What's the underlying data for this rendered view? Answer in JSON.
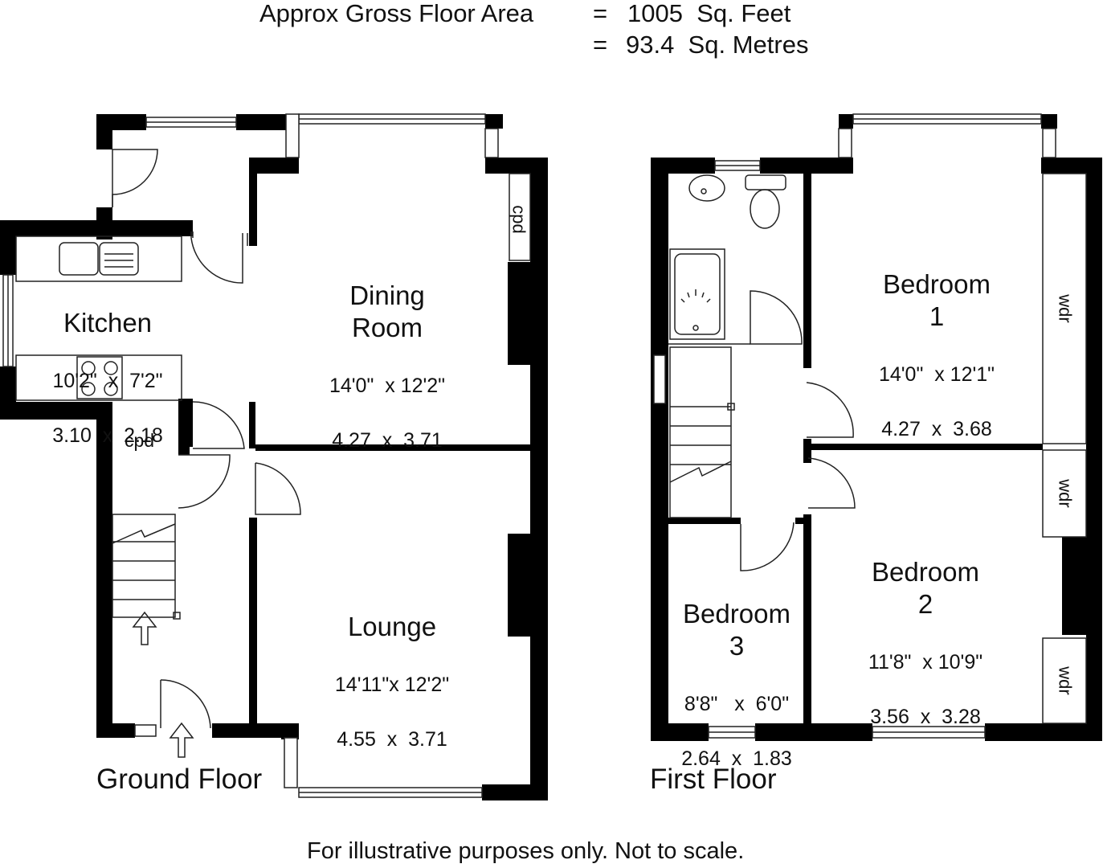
{
  "header": {
    "area_label": "Approx Gross Floor Area",
    "eq1": "=",
    "sqft": "1005  Sq. Feet",
    "eq2": "=",
    "sqm": "93.4  Sq. Metres"
  },
  "ground_floor": {
    "label": "Ground Floor",
    "kitchen": {
      "name": "Kitchen",
      "imperial": "10'2\"  x  7'2\"",
      "metric": "3.10  x  2.18"
    },
    "dining": {
      "name": "Dining\nRoom",
      "imperial": "14'0\"  x 12'2\"",
      "metric": "4.27  x  3.71"
    },
    "lounge": {
      "name": "Lounge",
      "imperial": "14'11\"x 12'2\"",
      "metric": "4.55  x  3.71"
    },
    "cpd_hall": "cpd",
    "cpd_dining": "cpd"
  },
  "first_floor": {
    "label": "First Floor",
    "bed1": {
      "name": "Bedroom\n1",
      "imperial": "14'0\"  x 12'1\"",
      "metric": "4.27  x  3.68"
    },
    "bed2": {
      "name": "Bedroom\n2",
      "imperial": "11'8\"  x 10'9\"",
      "metric": "3.56  x  3.28"
    },
    "bed3": {
      "name": "Bedroom\n3",
      "imperial": "8'8\"   x  6'0\"",
      "metric": "2.64  x  1.83"
    },
    "wdr1": "wdr",
    "wdr2": "wdr",
    "wdr3": "wdr"
  },
  "footer": "For illustrative purposes only. Not to scale."
}
